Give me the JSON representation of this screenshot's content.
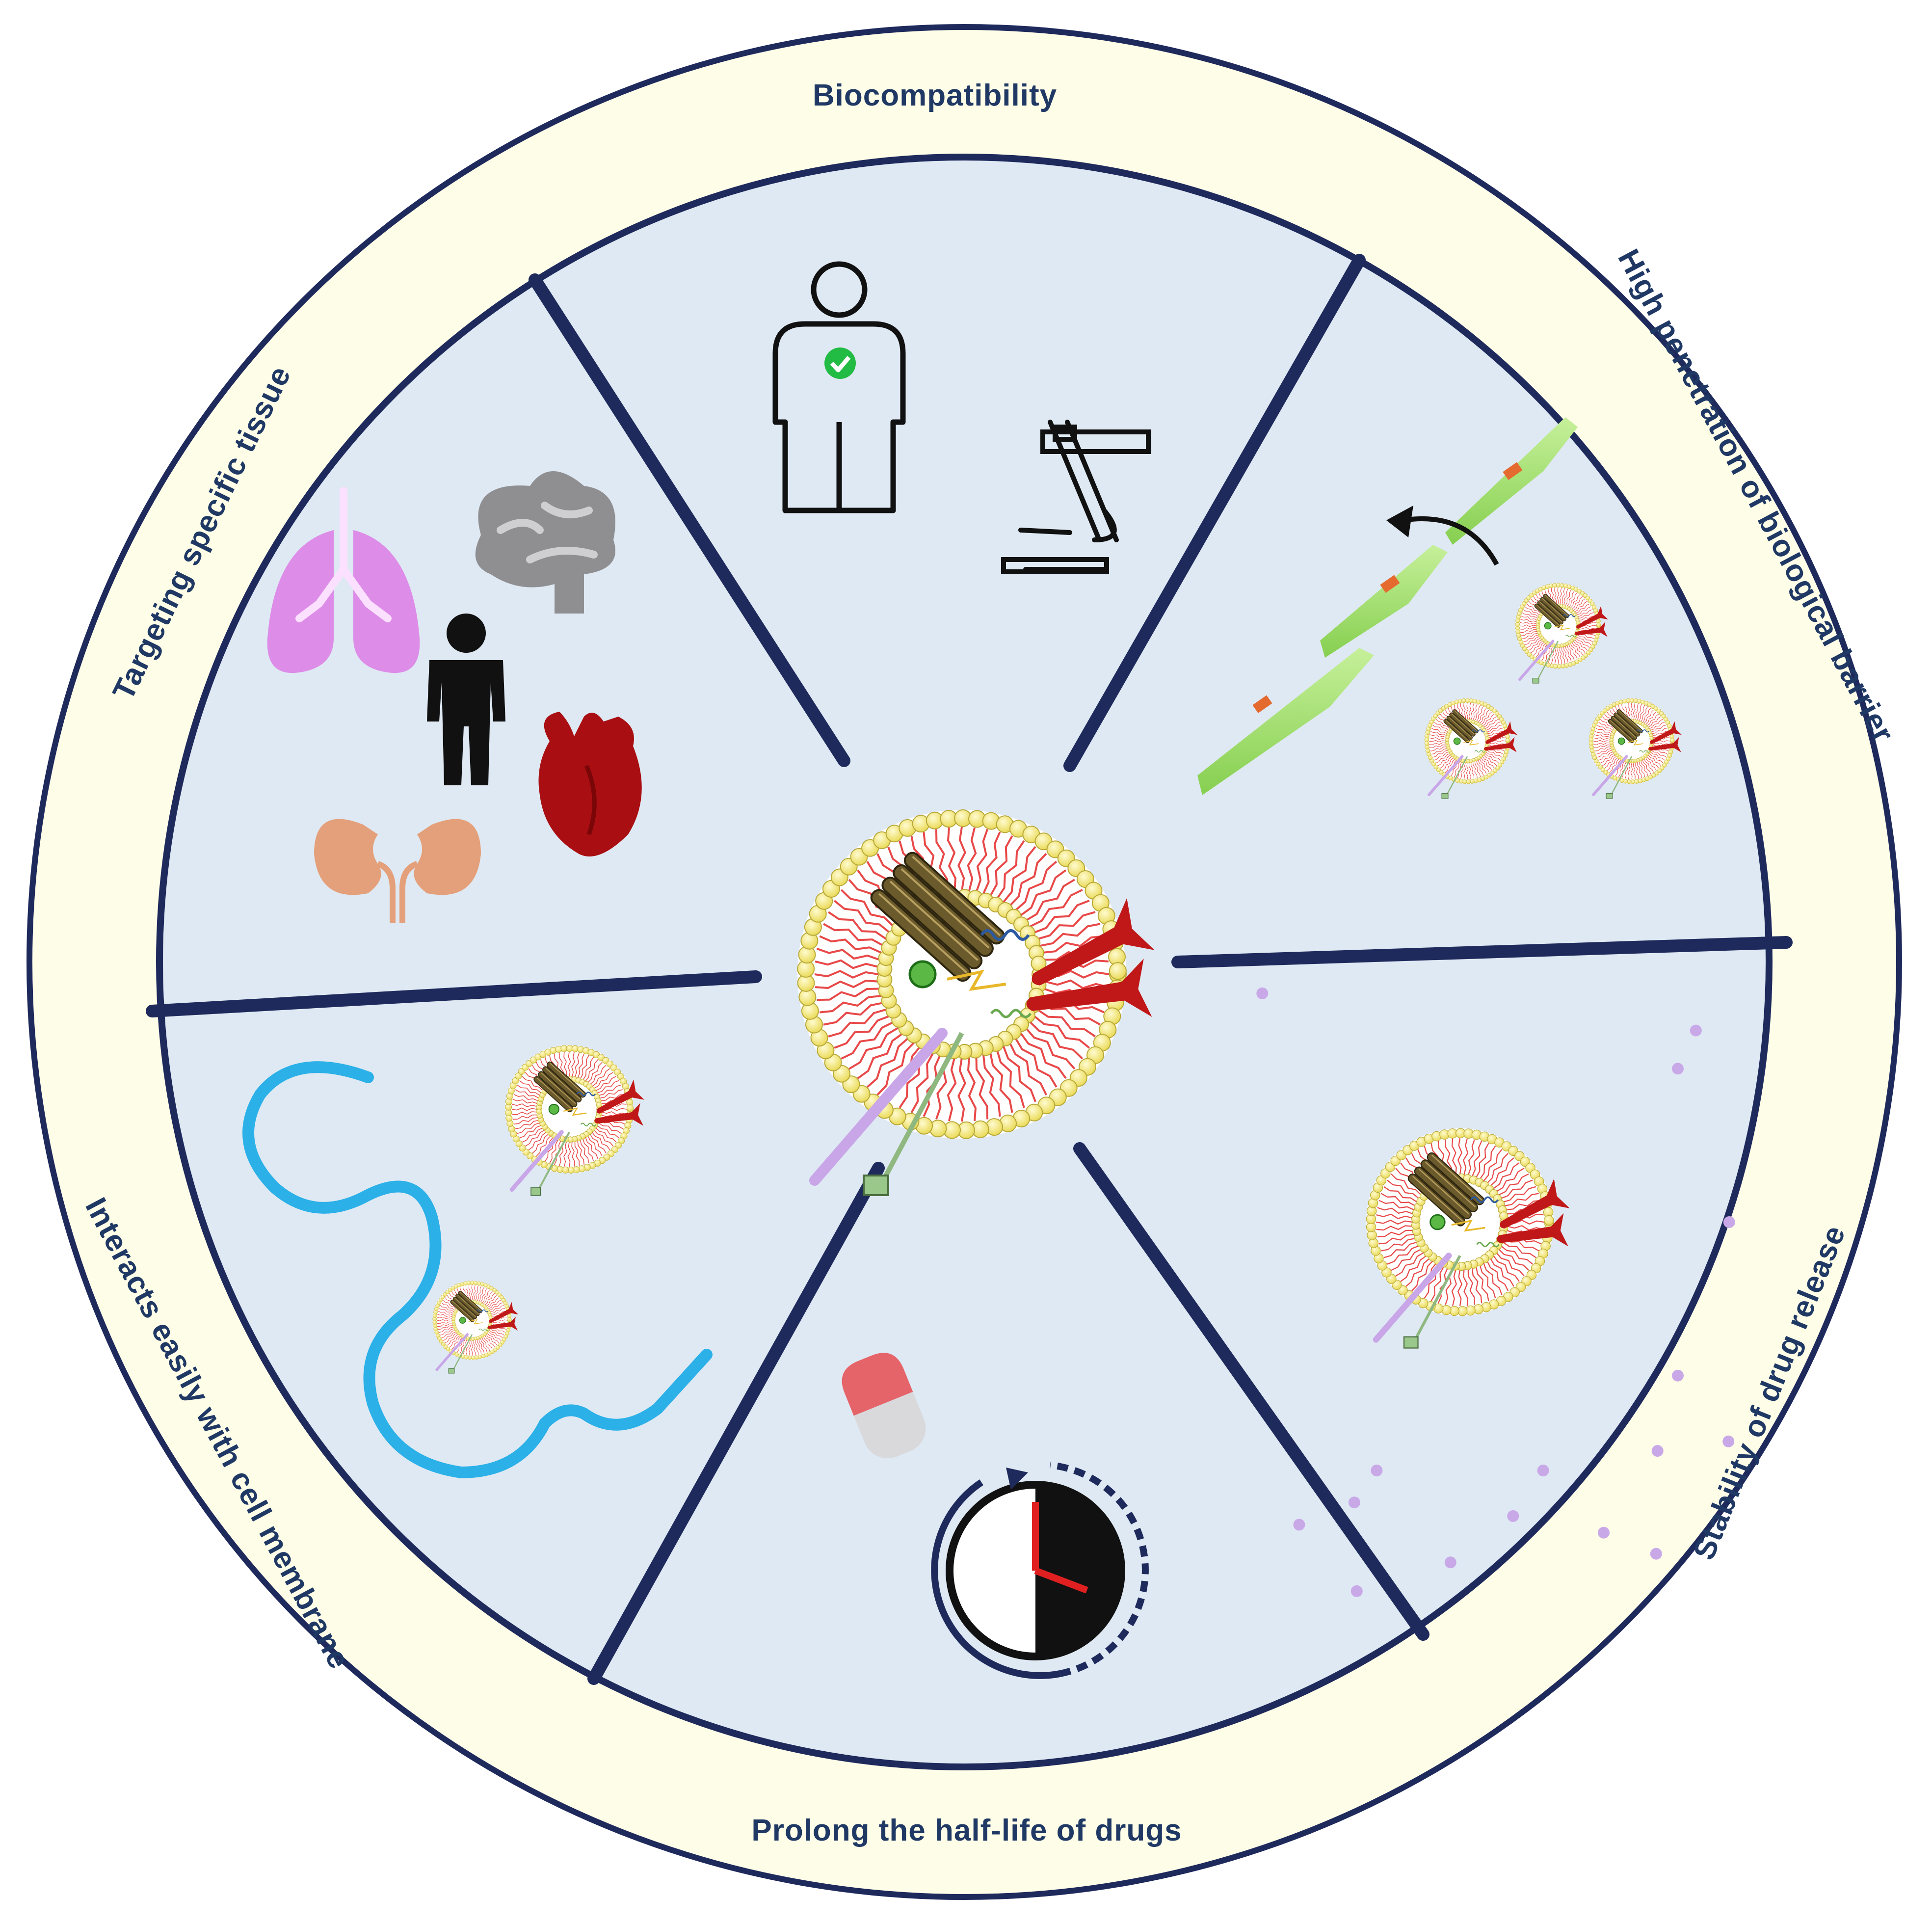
{
  "segments": [
    {
      "label": "Biocompatibility"
    },
    {
      "label": "High penetration of biological barrier"
    },
    {
      "label": "Stability of drug release"
    },
    {
      "label": "Prolong the half-life of drugs"
    },
    {
      "label": "Interacts easily with cell membrane"
    },
    {
      "label": "Targeting specific tissue"
    }
  ],
  "colors": {
    "ring": "#fefde8",
    "panel": "#dfe9f3",
    "divider": "#1f2a5c",
    "label": "#1f3864",
    "lipid_head": "#f3ea7a",
    "lipid_tail": "#e84848",
    "channel": "#6b5a2c",
    "receptor": "#c01818",
    "cell_strand": "#2bb0e8",
    "barrier_cell": "#9de070",
    "drug_dot": "#c9a8e8"
  },
  "icons": [
    "human-check-icon",
    "microscope-icon",
    "brain-icon",
    "lungs-icon",
    "person-icon",
    "heart-icon",
    "kidneys-icon",
    "capsule-icon",
    "clock-icon"
  ]
}
